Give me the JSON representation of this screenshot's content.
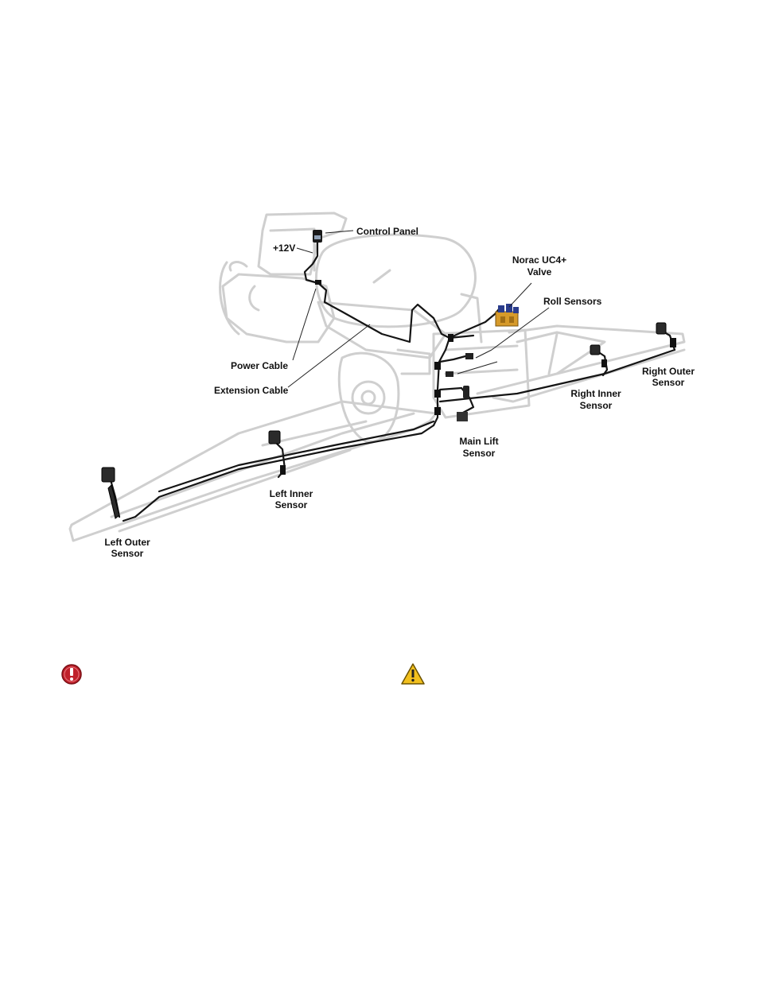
{
  "labels": {
    "control_panel": "Control Panel",
    "plus12v": "+12V",
    "valve_line1": "Norac UC4+",
    "valve_line2": "Valve",
    "roll_sensors": "Roll Sensors",
    "power_cable": "Power Cable",
    "extension_cable": "Extension Cable",
    "right_outer_line1": "Right Outer",
    "right_outer_line2": "Sensor",
    "right_inner_line1": "Right Inner",
    "right_inner_line2": "Sensor",
    "main_lift_line1": "Main Lift",
    "main_lift_line2": "Sensor",
    "left_inner_line1": "Left Inner",
    "left_inner_line2": "Sensor",
    "left_outer_line1": "Left Outer",
    "left_outer_line2": "Sensor"
  },
  "icons": {
    "important": "important-icon",
    "warning": "warning-icon"
  },
  "colors": {
    "important_red": "#c0202a",
    "warning_yellow": "#f2c01e",
    "valve_orange": "#d69a2a",
    "valve_blue": "#2a3c8c",
    "outline_gray": "#cfcfcf"
  }
}
